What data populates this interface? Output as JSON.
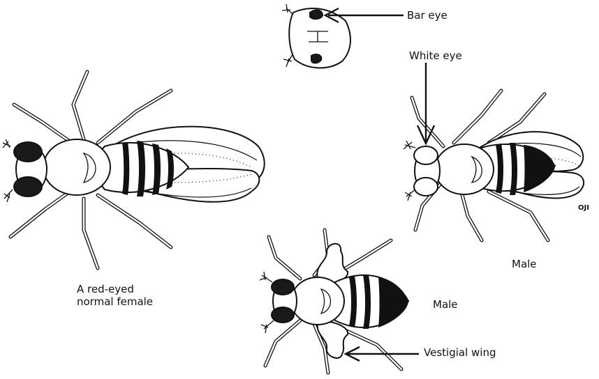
{
  "labels": {
    "bar_eye": "Bar eye",
    "white_eye": "White eye",
    "female_line1": "A red-eyed",
    "female_line2": "normal female",
    "male_top": "Male",
    "male_bottom": "Male",
    "vestigial": "Vestigial wing",
    "signature": "OJI"
  }
}
